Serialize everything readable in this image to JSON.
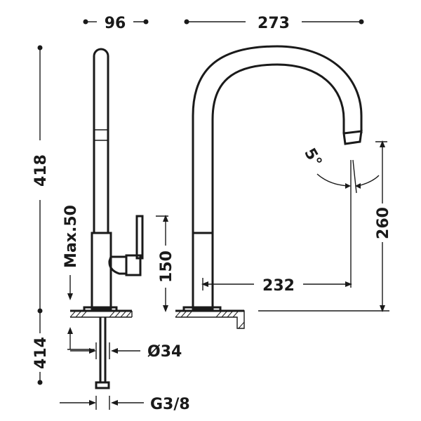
{
  "diagram": {
    "colors": {
      "ink": "#1a1a1a",
      "background": "#ffffff"
    },
    "dimensions": {
      "side_width": "96",
      "reach": "273",
      "total_height": "418",
      "max_counter": "Max.50",
      "lever_height": "150",
      "spout_height": "260",
      "spout_reach": "232",
      "below_counter": "414",
      "shank_diameter": "Ø34",
      "thread": "G3/8",
      "angle": "5°"
    }
  }
}
